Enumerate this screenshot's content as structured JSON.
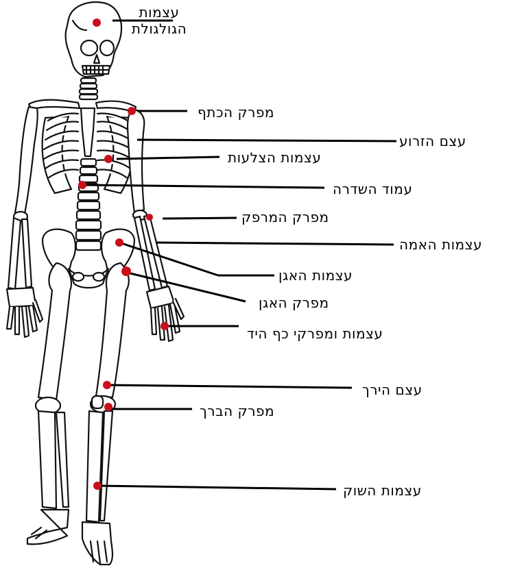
{
  "labels": {
    "skull": "עצמות הגולגולת",
    "shoulder": "מפרק הכתף",
    "humerus": "עצם הזרוע",
    "ribs": "עצמות הצלעות",
    "spine": "עמוד השדרה",
    "elbow": "מפרק המרפק",
    "ulna": "עצמות האמה",
    "pelvis": "עצמות האגן",
    "hip": "מפרק האגן",
    "hand": "עצמות ומפרקי כף היד",
    "femur": "עצם הירך",
    "knee": "מפרק הברך",
    "tibia": "עצמות השוק"
  },
  "colors": {
    "marker": "#c8101c",
    "line": "#000000",
    "bone_fill": "#ffffff",
    "bone_stroke": "#111111"
  }
}
